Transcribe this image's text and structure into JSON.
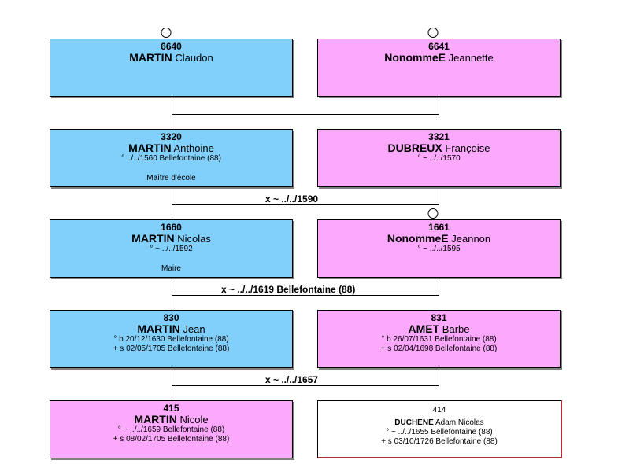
{
  "people": {
    "p6640": {
      "number": "6640",
      "surname": "MARTIN",
      "given": "Claudon"
    },
    "p6641": {
      "number": "6641",
      "surname": "NonommeE",
      "given": "Jeannette"
    },
    "p3320": {
      "number": "3320",
      "surname": "MARTIN",
      "given": "Anthoine",
      "line1": "° ../../1560 Bellefontaine (88)",
      "occupation": "Maître d'école"
    },
    "p3321": {
      "number": "3321",
      "surname": "DUBREUX",
      "given": "Françoise",
      "line1": "° ~ ../../1570"
    },
    "p1660": {
      "number": "1660",
      "surname": "MARTIN",
      "given": "Nicolas",
      "line1": "° ~ ../../1592",
      "occupation": "Maire"
    },
    "p1661": {
      "number": "1661",
      "surname": "NonommeE",
      "given": "Jeannon",
      "line1": "° ~ ../../1595"
    },
    "p830": {
      "number": "830",
      "surname": "MARTIN",
      "given": "Jean",
      "line1": "° b 20/12/1630 Bellefontaine (88)",
      "line2": "+ s 02/05/1705 Bellefontaine (88)"
    },
    "p831": {
      "number": "831",
      "surname": "AMET",
      "given": "Barbe",
      "line1": "° b 26/07/1631 Bellefontaine (88)",
      "line2": "+ s 02/04/1698 Bellefontaine (88)"
    },
    "p415": {
      "number": "415",
      "surname": "MARTIN",
      "given": "Nicole",
      "line1": "° ~ ../../1659 Bellefontaine (88)",
      "line2": "+ s 08/02/1705 Bellefontaine (88)"
    },
    "p414": {
      "number": "414",
      "surname": "DUCHENE",
      "given": "Adam Nicolas",
      "line1": "° ~ ../../1655 Bellefontaine (88)",
      "line2": "+ s 03/10/1726 Bellefontaine (88)"
    }
  },
  "marriages": {
    "m3320": "x ~ ../../1590",
    "m1660": "x ~ ../../1619 Bellefontaine (88)",
    "m830": "x ~ ../../1657"
  },
  "colors": {
    "male": "#81cffb",
    "female": "#fca8fc"
  }
}
